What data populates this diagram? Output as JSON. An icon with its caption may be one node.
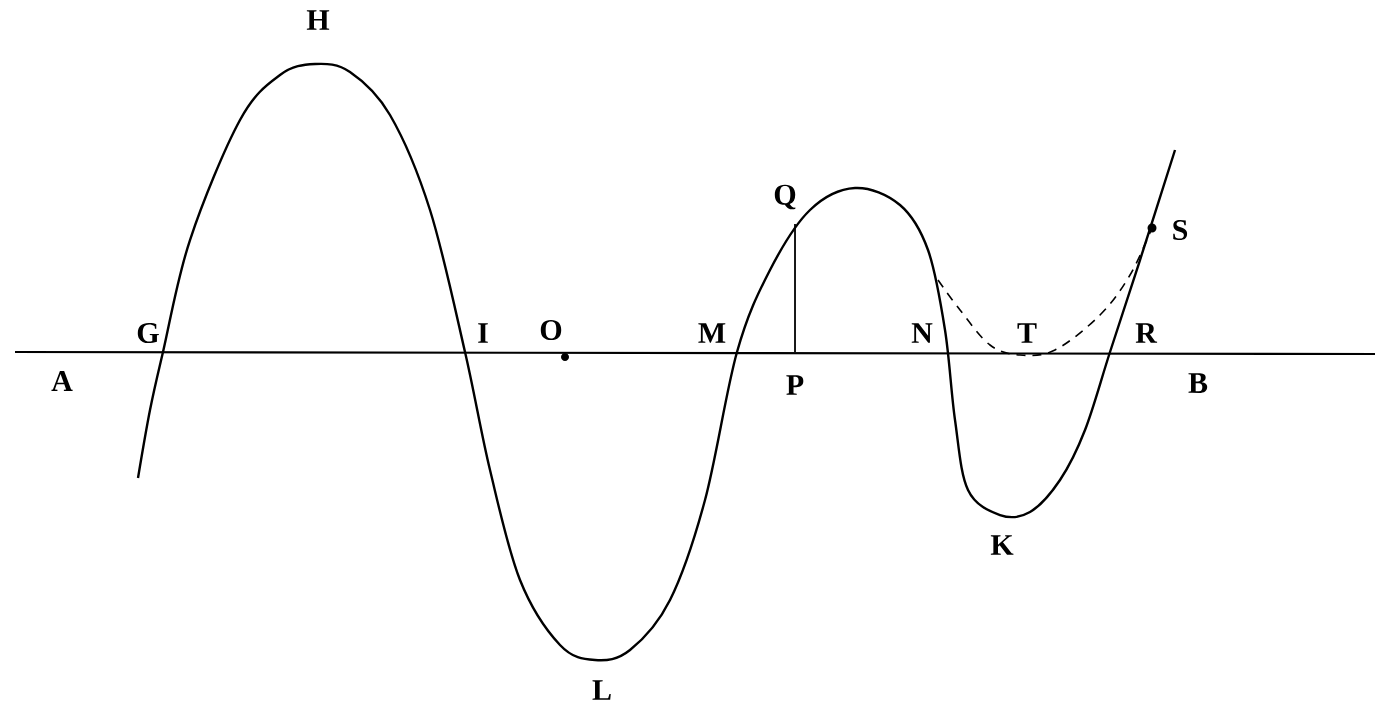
{
  "diagram": {
    "labels": [
      "H",
      "Q",
      "S",
      "G",
      "I",
      "O",
      "M",
      "N",
      "T",
      "R",
      "A",
      "P",
      "B",
      "K",
      "L"
    ]
  }
}
